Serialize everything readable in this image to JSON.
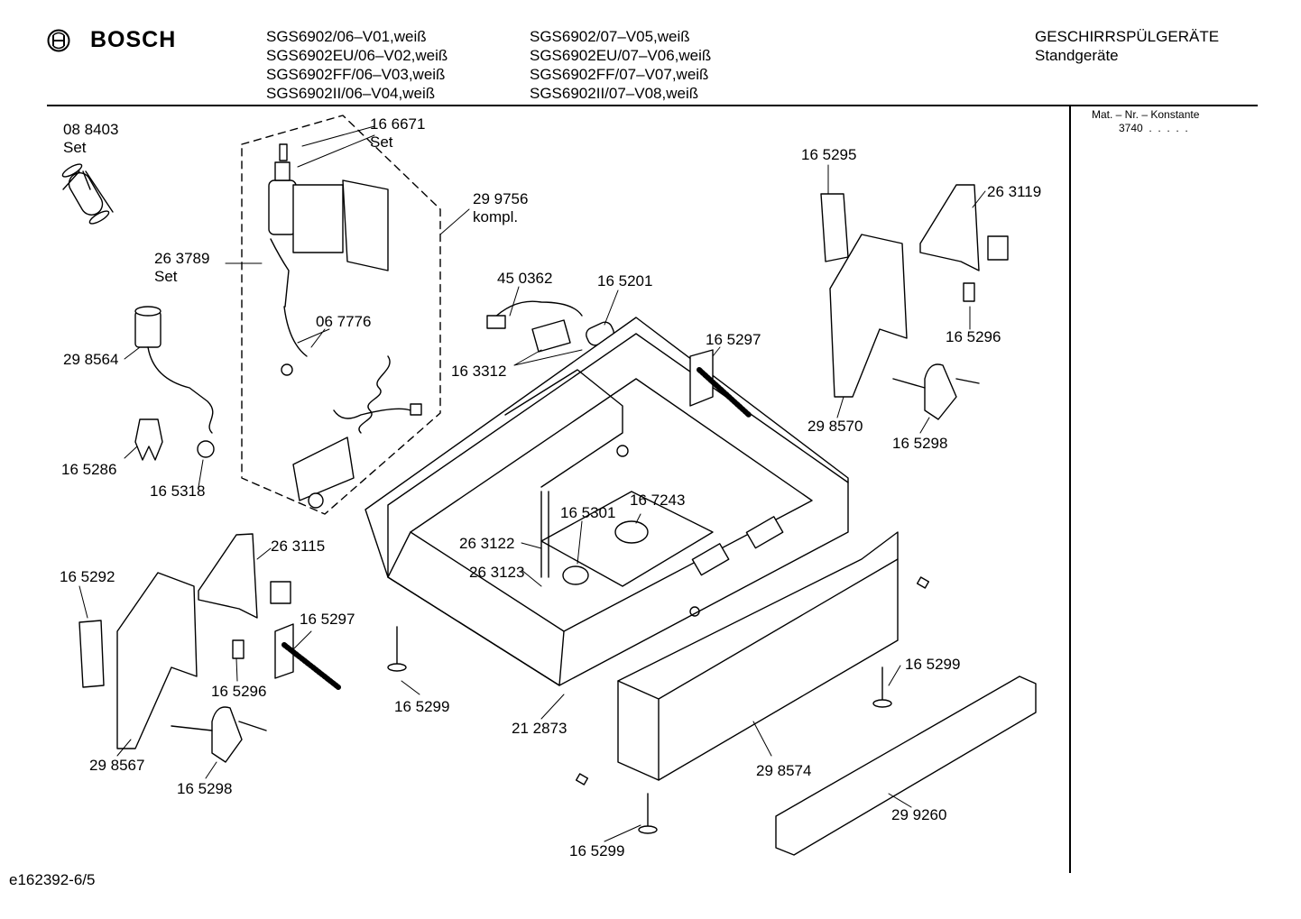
{
  "brand": "BOSCH",
  "models_col1": [
    "SGS6902/06–V01,weiß",
    "SGS6902EU/06–V02,weiß",
    "SGS6902FF/06–V03,weiß",
    "SGS6902II/06–V04,weiß"
  ],
  "models_col2": [
    "SGS6902/07–V05,weiß",
    "SGS6902EU/07–V06,weiß",
    "SGS6902FF/07–V07,weiß",
    "SGS6902II/07–V08,weiß"
  ],
  "category": "GESCHIRRSPÜLGERÄTE",
  "subcategory": "Standgeräte",
  "side_note_1": "Mat. – Nr. – Konstante",
  "side_note_2": "3740  .  .  .  .  .",
  "footer": "e162392-6/5",
  "part_labels": [
    "08 8403\nSet",
    "16 6671\nSet",
    "29 9756\nkompl.",
    "26 3789\nSet",
    "06 7776",
    "29 8564",
    "16 5286",
    "16 5318",
    "45 0362",
    "16 5201",
    "16 3312",
    "16 5297",
    "16 5295",
    "26 3119",
    "16 5296",
    "29 8570",
    "16 5298",
    "16 7243",
    "16 5301",
    "26 3122",
    "26 3123",
    "26 3115",
    "16 5292",
    "16 5297",
    "16 5296",
    "29 8567",
    "16 5298",
    "16 5299",
    "21 2873",
    "16 5299",
    "29 8574",
    "29 9260",
    "16 5299"
  ]
}
